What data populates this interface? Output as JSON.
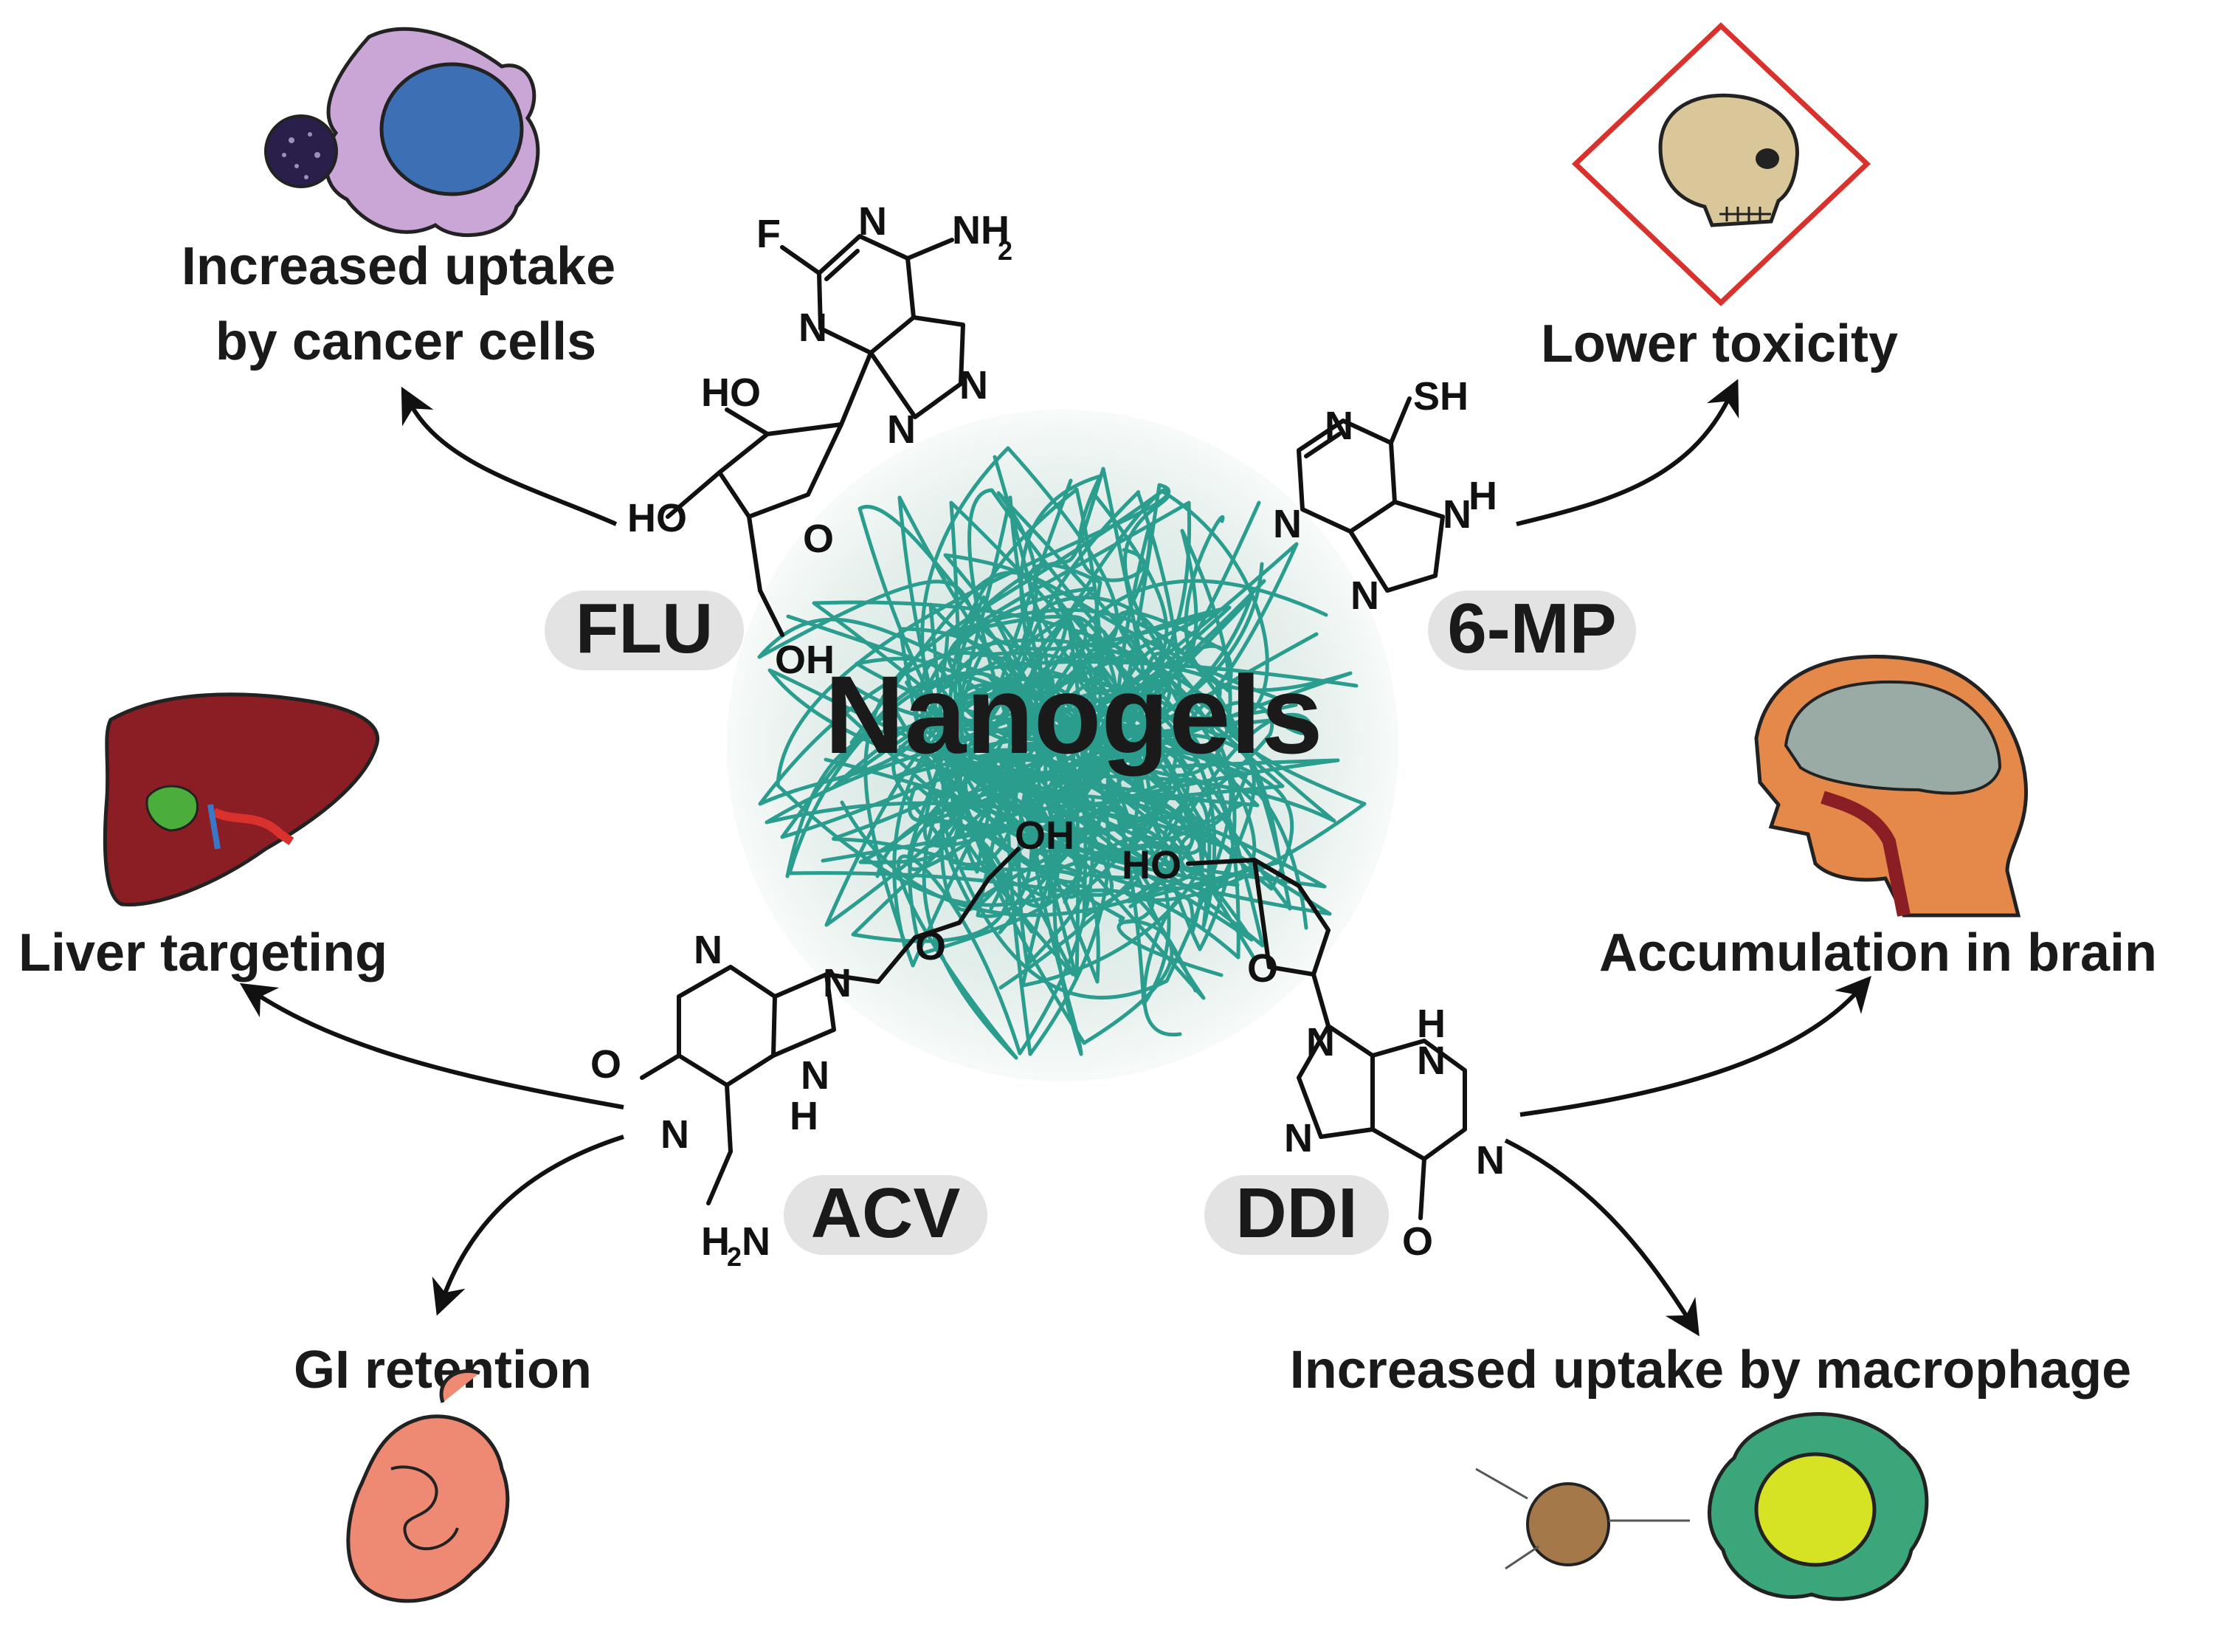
{
  "center": {
    "title": "Nanogels"
  },
  "drugs": {
    "flu": "FLU",
    "mp": "6-MP",
    "acv": "ACV",
    "ddi": "DDI"
  },
  "effects": {
    "cancer_line1": "Increased uptake",
    "cancer_line2": "by cancer cells",
    "toxicity": "Lower toxicity",
    "liver": "Liver targeting",
    "gi": "GI retention",
    "brain": "Accumulation in brain",
    "macrophage": "Increased uptake by macrophage"
  },
  "atoms": {
    "F": "F",
    "N": "N",
    "NH2": "NH",
    "sub2": "2",
    "HO": "HO",
    "O": "O",
    "OH": "OH",
    "SH": "SH",
    "H": "H",
    "H2N": "H",
    "Nsuffix": "N"
  },
  "colors": {
    "gel": "#2a9d8f",
    "gel_fill": "#e3efec",
    "pill": "#e3e3e3",
    "warning": "#d9312b",
    "skull": "#d9c79a",
    "cancer_cell": "#c9a6d6",
    "cancer_nucleus": "#3c6fb3",
    "tumor": "#2a1f4a",
    "liver": "#8b1d24",
    "brain": "#9aaaa4",
    "head": "#e5894a",
    "gut": "#ee8a73",
    "macrophage": "#3aa67a",
    "macro_nucleus": "#d6e224",
    "particle": "#a5784a"
  }
}
